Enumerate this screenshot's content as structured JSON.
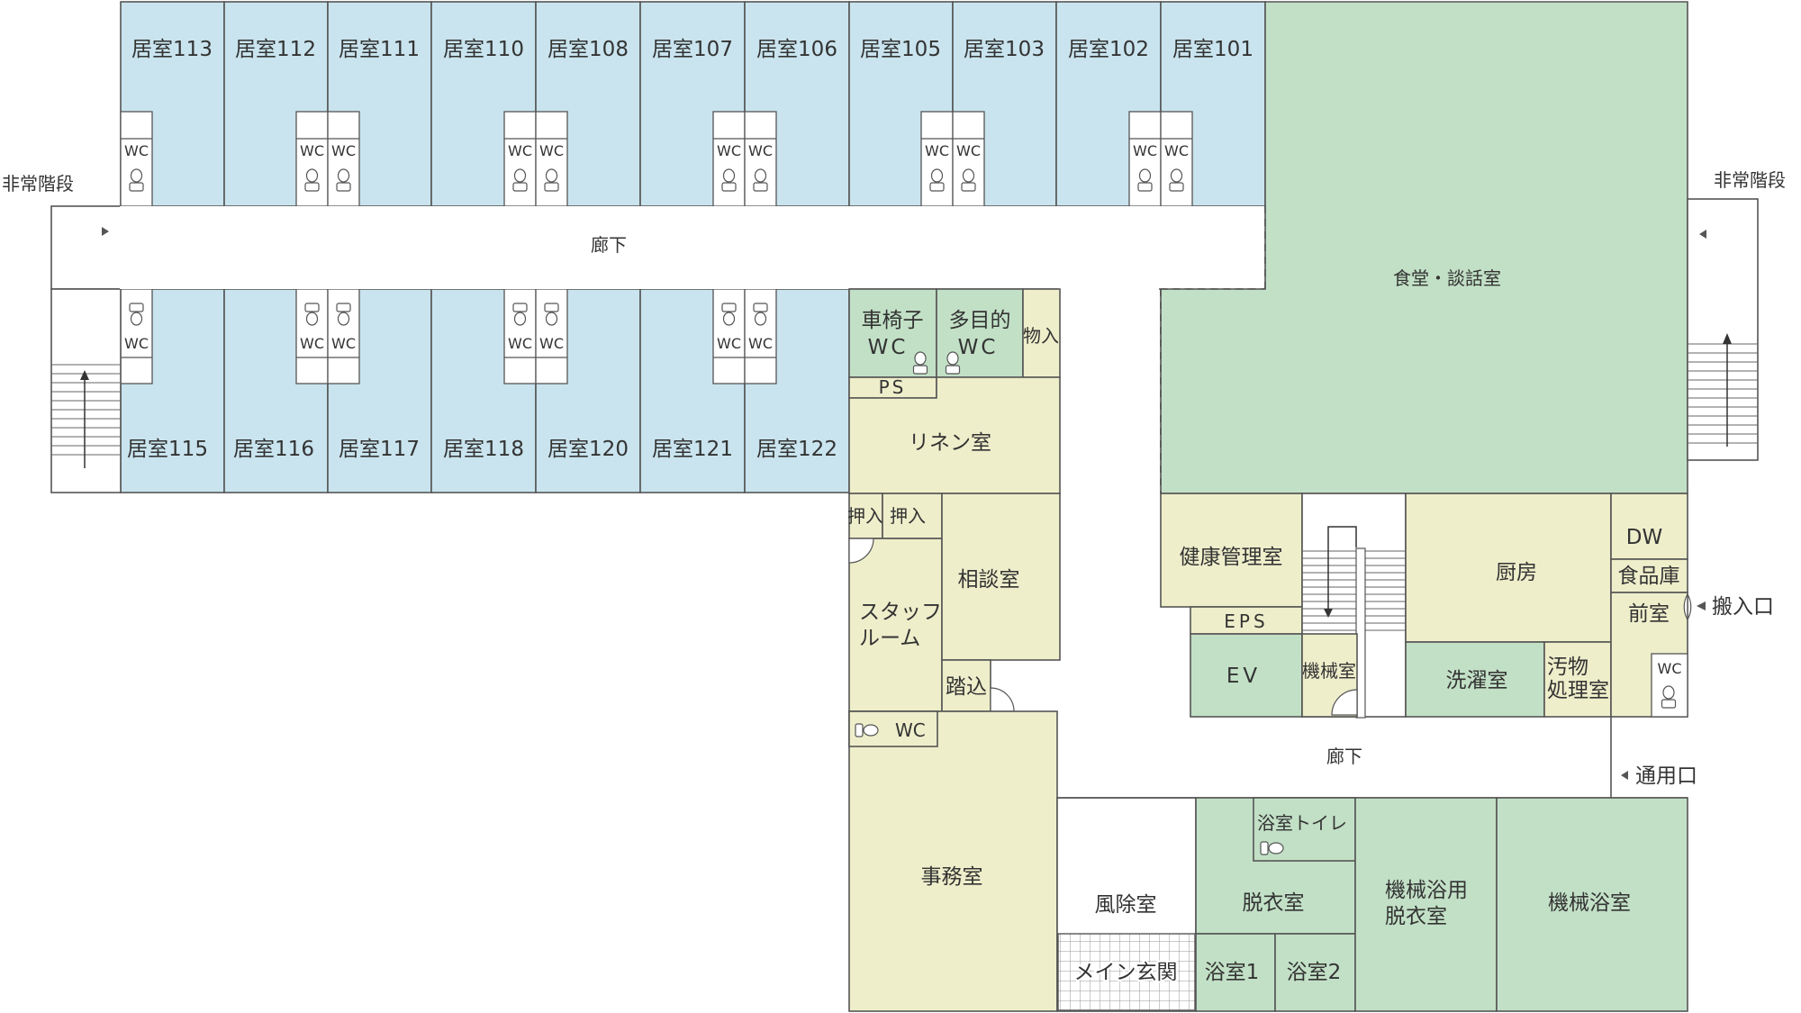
{
  "floor_plan": {
    "colors": {
      "residential_room": "#c9e4ee",
      "common_area": "#c2e0c6",
      "service_area": "#eeeecb",
      "corridor": "#ffffff",
      "wall": "#555555"
    },
    "labels": {
      "r113": "居室113",
      "r112": "居室112",
      "r111": "居室111",
      "r110": "居室110",
      "r108": "居室108",
      "r107": "居室107",
      "r106": "居室106",
      "r105": "居室105",
      "r103": "居室103",
      "r102": "居室102",
      "r101": "居室101",
      "r115": "居室115",
      "r116": "居室116",
      "r117": "居室117",
      "r118": "居室118",
      "r120": "居室120",
      "r121": "居室121",
      "r122": "居室122",
      "wc": "WC",
      "emergency_stairs_left": "非常階段",
      "emergency_stairs_right": "非常階段",
      "corridor_north": "廊下",
      "corridor_south": "廊下",
      "dining": "食堂・談話室",
      "wheelchair_wc_line1": "車椅子",
      "wheelchair_wc_line2": "WC",
      "multipurpose_wc_line1": "多目的",
      "multipurpose_wc_line2": "WC",
      "storage": "物入",
      "ps": "PS",
      "linen": "リネン室",
      "closet1": "押入",
      "closet2": "押入",
      "staff_line1": "スタッフ",
      "staff_line2": "ルーム",
      "consult": "相談室",
      "step_in": "踏込",
      "office_wc": "WC",
      "office": "事務室",
      "windbreak": "風除室",
      "main_entrance": "メイン玄関",
      "health": "健康管理室",
      "eps": "EPS",
      "ev": "EV",
      "machine": "機械室",
      "kitchen": "厨房",
      "dw": "DW",
      "food_storage": "食品庫",
      "anteroom": "前室",
      "kitchen_wc": "WC",
      "delivery_entrance": "搬入口",
      "laundry": "洗濯室",
      "soiled_line1": "汚物",
      "soiled_line2": "処理室",
      "service_entrance": "通用口",
      "bath_toilet": "浴室トイレ",
      "changing": "脱衣室",
      "mech_changing_line1": "機械浴用",
      "mech_changing_line2": "脱衣室",
      "mech_bath": "機械浴室",
      "bath1": "浴室1",
      "bath2": "浴室2"
    }
  }
}
